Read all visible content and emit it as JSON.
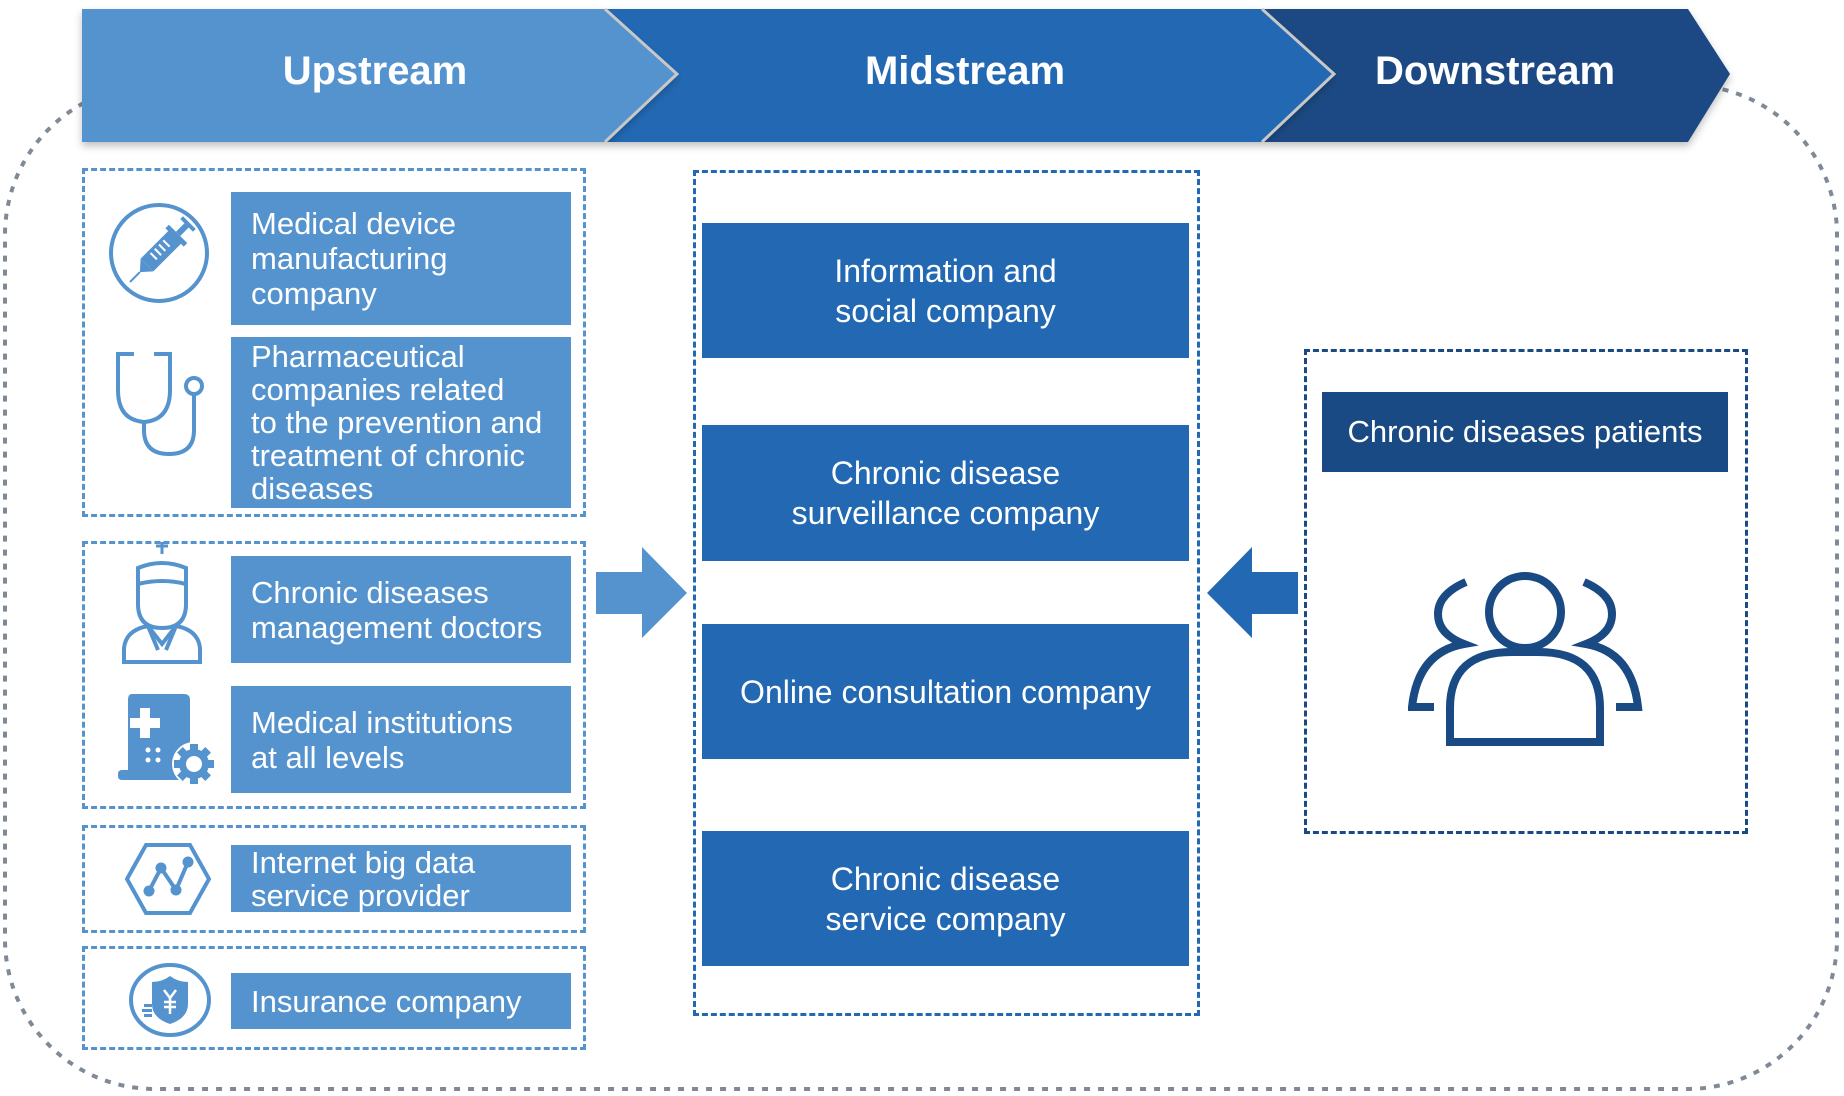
{
  "stages": {
    "upstream": "Upstream",
    "midstream": "Midstream",
    "downstream": "Downstream"
  },
  "colors": {
    "upstream": "#5593cf",
    "midstream": "#2268b3",
    "downstream": "#1a4a83",
    "outer_border": "#7f8a96"
  },
  "upstream": {
    "groups": [
      {
        "items": [
          {
            "icon": "syringe-icon",
            "label": "Medical device\nmanufacturing\ncompany"
          },
          {
            "icon": "stethoscope-icon",
            "label": "Pharmaceutical\ncompanies related\nto the prevention and\ntreatment of chronic\ndiseases"
          }
        ]
      },
      {
        "items": [
          {
            "icon": "doctor-icon",
            "label": "Chronic diseases\nmanagement doctors"
          },
          {
            "icon": "hospital-icon",
            "label": "Medical institutions\nat all levels"
          }
        ]
      },
      {
        "items": [
          {
            "icon": "data-chart-hexagon-icon",
            "label": "Internet big data\nservice provider"
          }
        ]
      },
      {
        "items": [
          {
            "icon": "insurance-shield-icon",
            "label": "Insurance company"
          }
        ]
      }
    ]
  },
  "midstream": {
    "items": [
      {
        "label": "Information and\n social company"
      },
      {
        "label": "Chronic disease\n surveillance company"
      },
      {
        "label": "Online consultation company"
      },
      {
        "label": "Chronic disease\n service company"
      }
    ]
  },
  "downstream": {
    "title": "Chronic diseases patients",
    "icon": "people-group-icon"
  },
  "arrows": {
    "upstream_to_midstream": "arrow-right-icon",
    "downstream_to_midstream": "arrow-left-icon"
  }
}
